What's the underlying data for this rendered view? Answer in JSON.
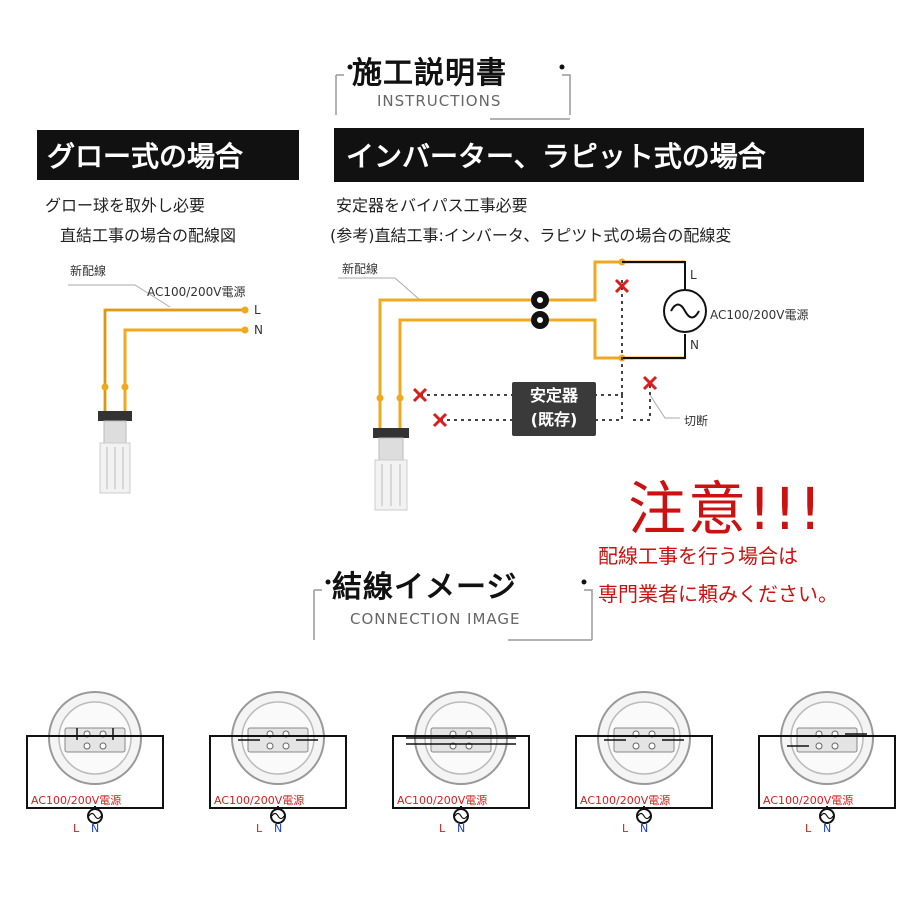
{
  "header": {
    "title": "施工説明書",
    "subtitle": "INSTRUCTIONS"
  },
  "glow": {
    "bar": "グロー式の場合",
    "line1": "グロー球を取外し必要",
    "line2": "直結工事の場合の配線図",
    "wire_label": "新配線",
    "power_label": "AC100/200V電源",
    "L": "L",
    "N": "N"
  },
  "inverter": {
    "bar": "インバーター、ラピット式の場合",
    "line1": "安定器をバイパス工事必要",
    "line2": "(参考)直結工事:インバータ、ラピツト式の場合の配線変",
    "wire_label": "新配線",
    "power_label": "AC100/200V電源",
    "L": "L",
    "N": "N",
    "stabilizer_line1": "安定器",
    "stabilizer_line2": "(既存)",
    "cut_label": "切断"
  },
  "warning": {
    "title": "注意!!!",
    "line1": "配線工事を行う場合は",
    "line2": "専門業者に頼みください。"
  },
  "connection": {
    "title": "結線イメージ",
    "subtitle": "CONNECTION IMAGE"
  },
  "diagrams": [
    {
      "power": "AC100/200V電源",
      "L": "L",
      "N": "N"
    },
    {
      "power": "AC100/200V電源",
      "L": "L",
      "N": "N"
    },
    {
      "power": "AC100/200V電源",
      "L": "L",
      "N": "N"
    },
    {
      "power": "AC100/200V電源",
      "L": "L",
      "N": "N"
    },
    {
      "power": "AC100/200V電源",
      "L": "L",
      "N": "N"
    }
  ],
  "colors": {
    "wire": "#f0a81e",
    "warning": "#cc1111",
    "bar": "#111111"
  }
}
